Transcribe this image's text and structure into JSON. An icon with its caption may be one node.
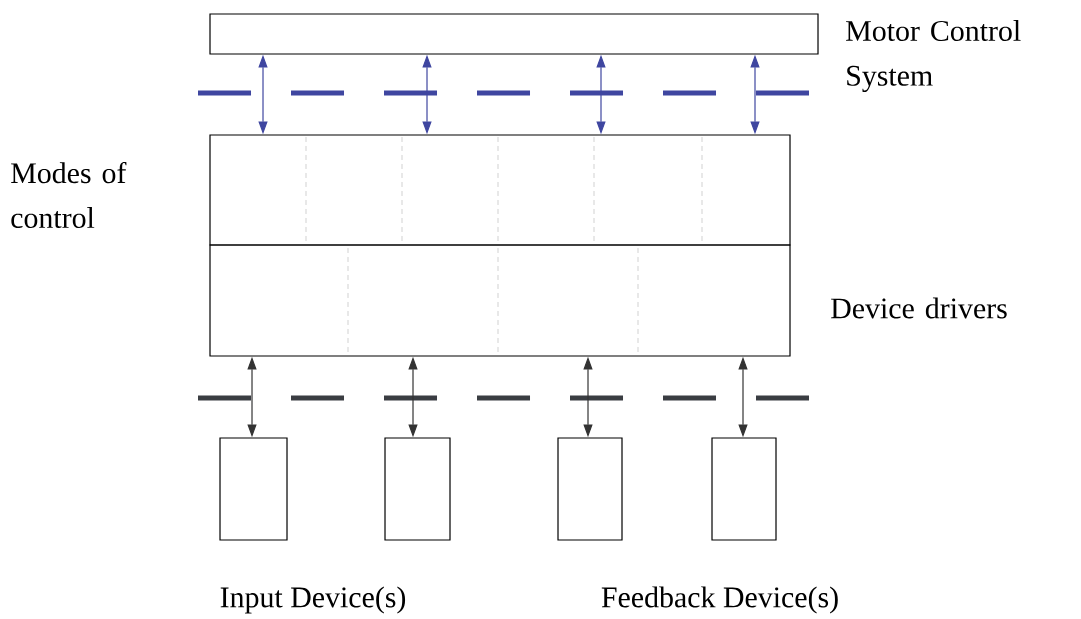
{
  "diagram": {
    "nodes": [
      {
        "text": [
          "Motor Control System"
        ]
      },
      {
        "text": [
          "Modes of control"
        ]
      },
      {
        "text": [
          "Device drivers"
        ]
      },
      {
        "text": [],
        "shape": "box"
      },
      {
        "text": [],
        "shape": "box"
      },
      {
        "text": [],
        "shape": "box"
      },
      {
        "text": [],
        "shape": "box"
      }
    ],
    "edges": [
      {
        "from": 0,
        "to": 1,
        "arrow": "both",
        "color": "#3f46a0"
      },
      {
        "from": 0,
        "to": 1,
        "arrow": "both",
        "color": "#3f46a0"
      },
      {
        "from": 0,
        "to": 1,
        "arrow": "both",
        "color": "#3f46a0"
      },
      {
        "from": 0,
        "to": 1,
        "arrow": "both",
        "color": "#3f46a0"
      },
      {
        "from": 2,
        "to": 3,
        "arrow": "both",
        "color": "#333333"
      },
      {
        "from": 2,
        "to": 4,
        "arrow": "both",
        "color": "#333333"
      },
      {
        "from": 2,
        "to": 5,
        "arrow": "both",
        "color": "#333333"
      },
      {
        "from": 2,
        "to": 6,
        "arrow": "both",
        "color": "#333333"
      }
    ],
    "labels": [
      "Input Device(s)",
      "Feedback Device(s)"
    ]
  }
}
